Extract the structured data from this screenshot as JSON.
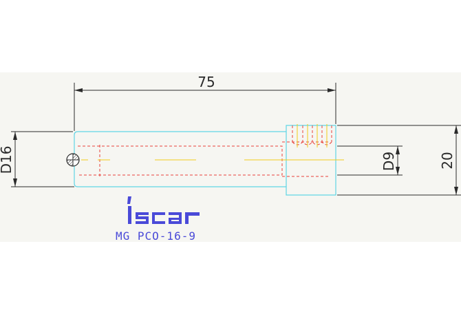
{
  "drawing": {
    "dimensions": {
      "length": "75",
      "diameter_left": "D16",
      "diameter_bore": "D9",
      "height_right": "20"
    },
    "logo": {
      "wordmark": "iscar"
    },
    "model_label": "MG PCO-16-9"
  },
  "colors": {
    "outline": "#5fd5e6",
    "hidden": "#e8403a",
    "center": "#f2cc1a",
    "dimension": "#2a2a2a",
    "brand": "#4a4ad8"
  }
}
